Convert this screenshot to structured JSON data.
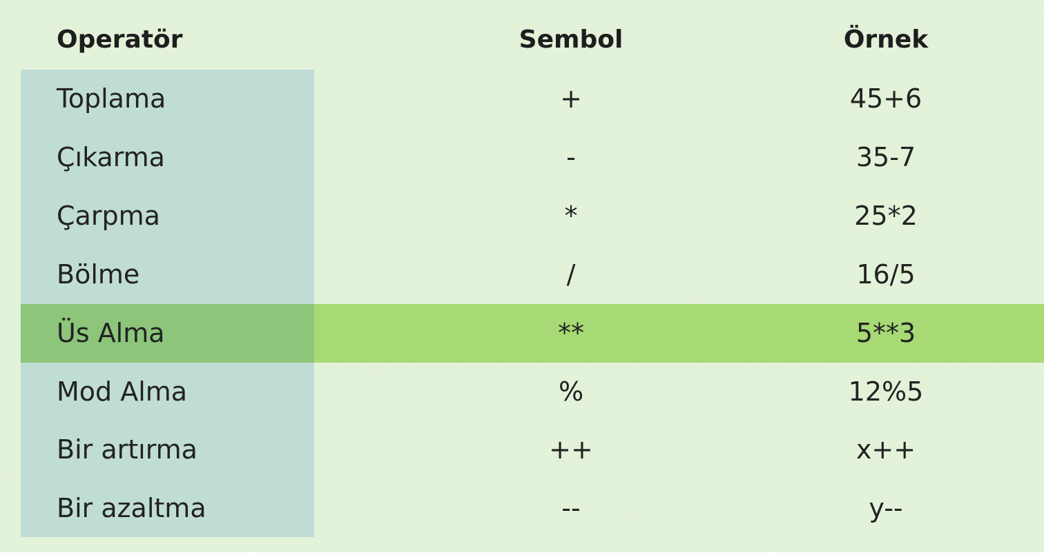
{
  "table": {
    "headers": [
      "Operatör",
      "Sembol",
      "Örnek"
    ],
    "rows": [
      {
        "operator": "Toplama",
        "symbol": "+",
        "example": "45+6"
      },
      {
        "operator": "Çıkarma",
        "symbol": "-",
        "example": "35-7"
      },
      {
        "operator": "Çarpma",
        "symbol": "*",
        "example": "25*2"
      },
      {
        "operator": "Bölme",
        "symbol": "/",
        "example": "16/5"
      },
      {
        "operator": "Üs Alma",
        "symbol": "**",
        "example": "5**3"
      },
      {
        "operator": "Mod Alma",
        "symbol": "%",
        "example": "12%5"
      },
      {
        "operator": "Bir artırma",
        "symbol": "++",
        "example": "x++"
      },
      {
        "operator": "Bir azaltma",
        "symbol": "--",
        "example": "y--"
      }
    ],
    "highlighted_row": 4
  },
  "colors": {
    "background": "#e2f2d8",
    "first_column_band": "#bcdcd2",
    "highlight_row": "#a7da74",
    "text": "#1e1e1e"
  }
}
